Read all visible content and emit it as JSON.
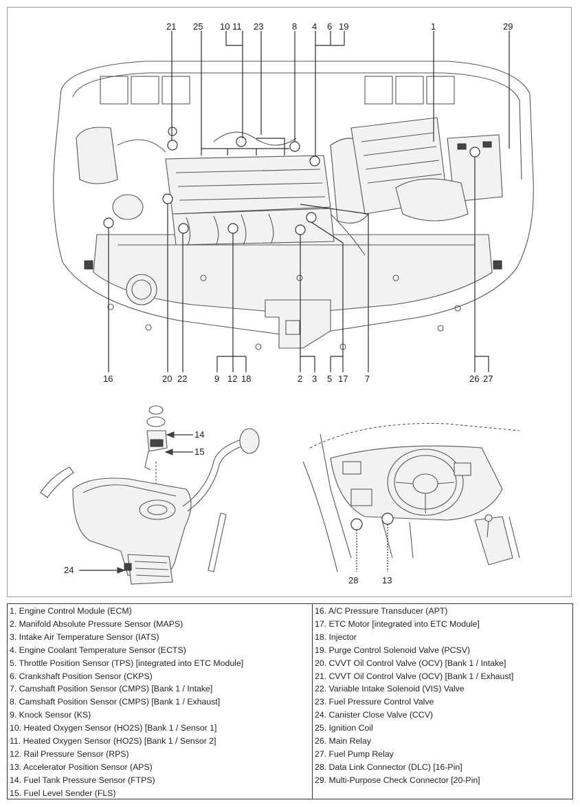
{
  "figure": {
    "callouts": {
      "engine_bay_top": [
        "21",
        "25",
        "10 11",
        "23",
        "8",
        "4",
        "6",
        "19",
        "1",
        "29"
      ],
      "engine_bay_bottom": [
        "16",
        "20",
        "22",
        "9",
        "12",
        "18",
        "2",
        "3",
        "5",
        "17",
        "7",
        "26",
        "27"
      ],
      "fuel_tank": [
        "14",
        "15",
        "24"
      ],
      "interior": [
        "28",
        "13"
      ]
    }
  },
  "legend": {
    "left": [
      "1. Engine Control Module (ECM)",
      "2. Manifold Absolute Pressure Sensor (MAPS)",
      "3. Intake Air Temperature Sensor (IATS)",
      "4. Engine Coolant Temperature Sensor (ECTS)",
      "5. Throttle Position Sensor (TPS) [integrated into ETC Module]",
      "6. Crankshaft Position Sensor (CKPS)",
      "7. Camshaft Position Sensor (CMPS) [Bank 1 / Intake]",
      "8. Camshaft Position Sensor (CMPS) [Bank 1 / Exhaust]",
      "9. Knock Sensor (KS)",
      "10. Heated Oxygen Sensor (HO2S) [Bank 1 / Sensor 1]",
      "11. Heated Oxygen Sensor (HO2S) [Bank 1 / Sensor 2]",
      "12. Rail Pressure Sensor (RPS)",
      "13. Accelerator Position Sensor (APS)",
      "14. Fuel Tank Pressure Sensor (FTPS)",
      "15. Fuel Level Sender (FLS)"
    ],
    "right": [
      "16. A/C Pressure Transducer (APT)",
      "17. ETC Motor [integrated into ETC Module]",
      "18. Injector",
      "19. Purge Control Solenoid Valve (PCSV)",
      "20. CVVT Oil Control Valve (OCV) [Bank 1 / Intake]",
      "21. CVVT Oil Control Valve (OCV) [Bank 1 / Exhaust]",
      "22. Variable Intake Solenoid (VIS) Valve",
      "23. Fuel Pressure Control Valve",
      "24. Canister Close Valve (CCV)",
      "25. Ignition Coil",
      "26. Main Relay",
      "27. Fuel Pump Relay",
      "28. Data Link Connector (DLC) [16-Pin]",
      "29. Multi-Purpose Check Connector [20-Pin]"
    ]
  }
}
